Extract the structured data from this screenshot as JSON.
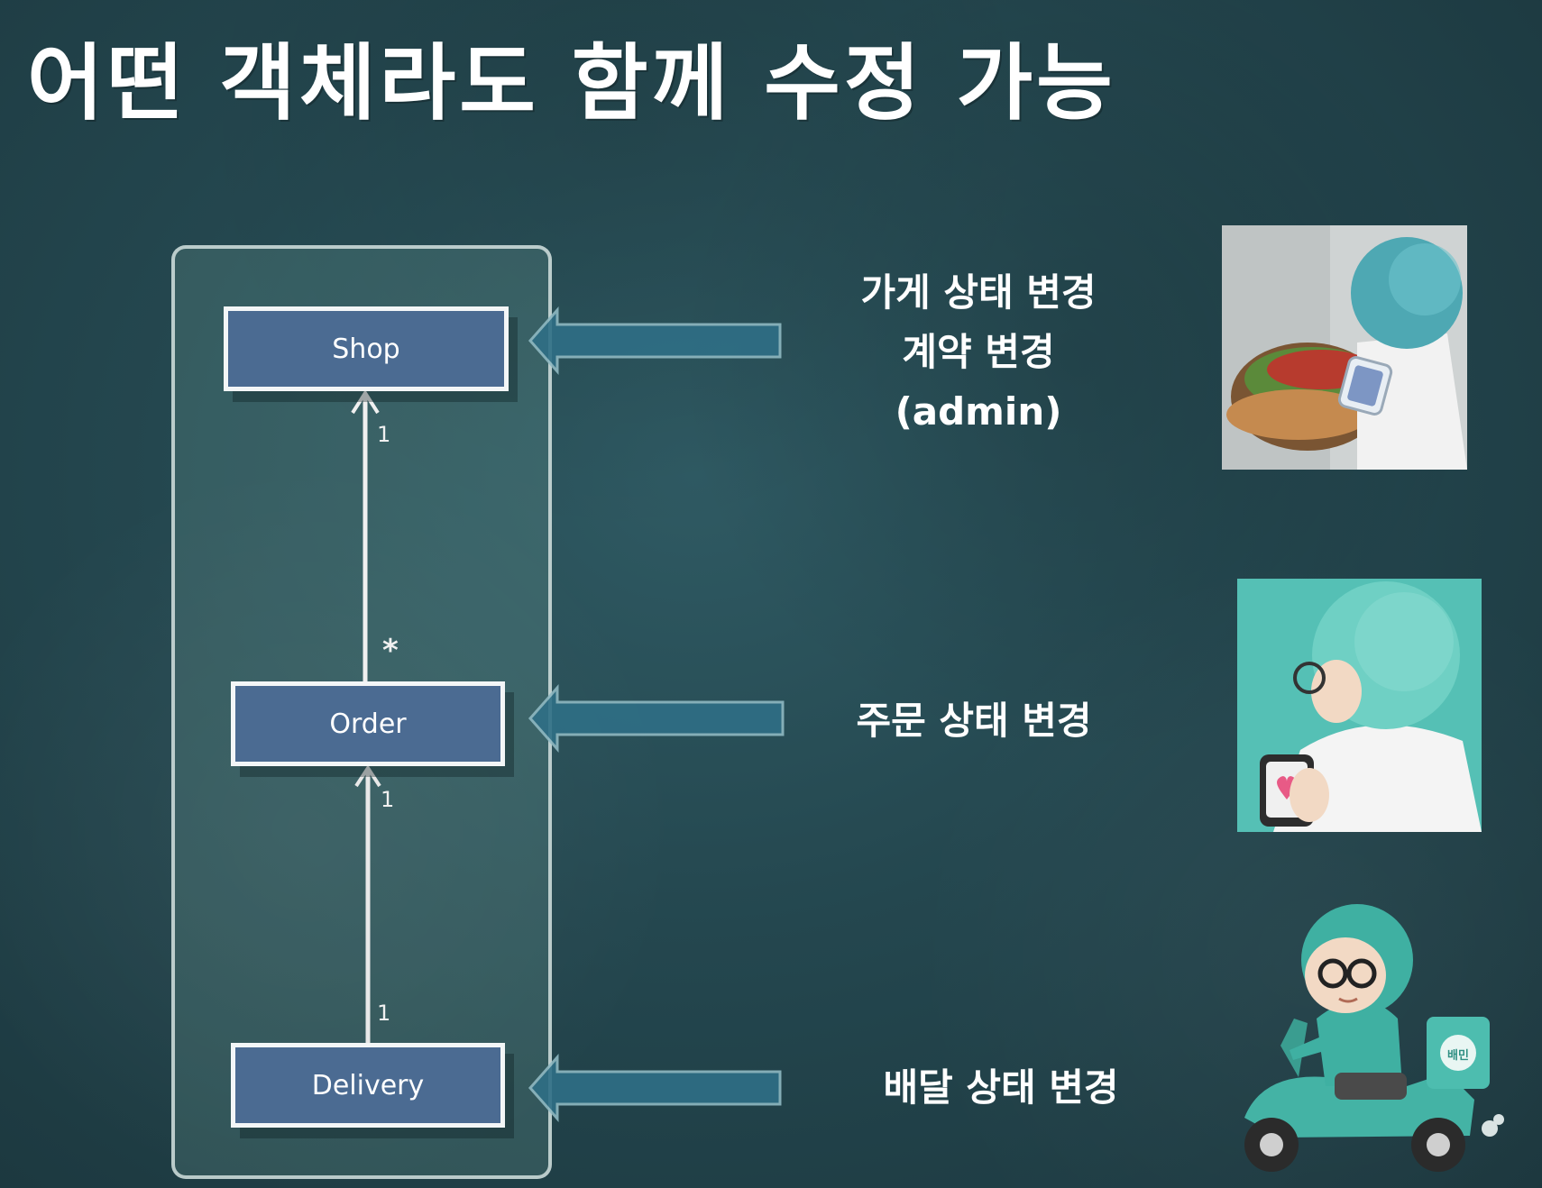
{
  "title": "어떤 객체라도 함께 수정 가능",
  "entities": {
    "shop": "Shop",
    "order": "Order",
    "delivery": "Delivery"
  },
  "multiplicities": {
    "shop_end": "1",
    "order_to_shop": "*",
    "order_end": "1",
    "delivery_end": "1"
  },
  "captions": {
    "shop_line1": "가게 상태 변경",
    "shop_line2": "계약 변경",
    "shop_line3": "(admin)",
    "order": "주문 상태 변경",
    "delivery": "배달 상태 변경"
  },
  "illustrations": {
    "admin": "admin-character-with-phone-and-food",
    "customer": "customer-character-with-phone-heart",
    "rider": "delivery-rider-on-scooter",
    "scooter_box_label": "배민"
  },
  "colors": {
    "background": "#24474f",
    "entity_fill": "#4b6b92",
    "arrow_fill": "#2f6f86",
    "mint": "#5cc6bb"
  }
}
